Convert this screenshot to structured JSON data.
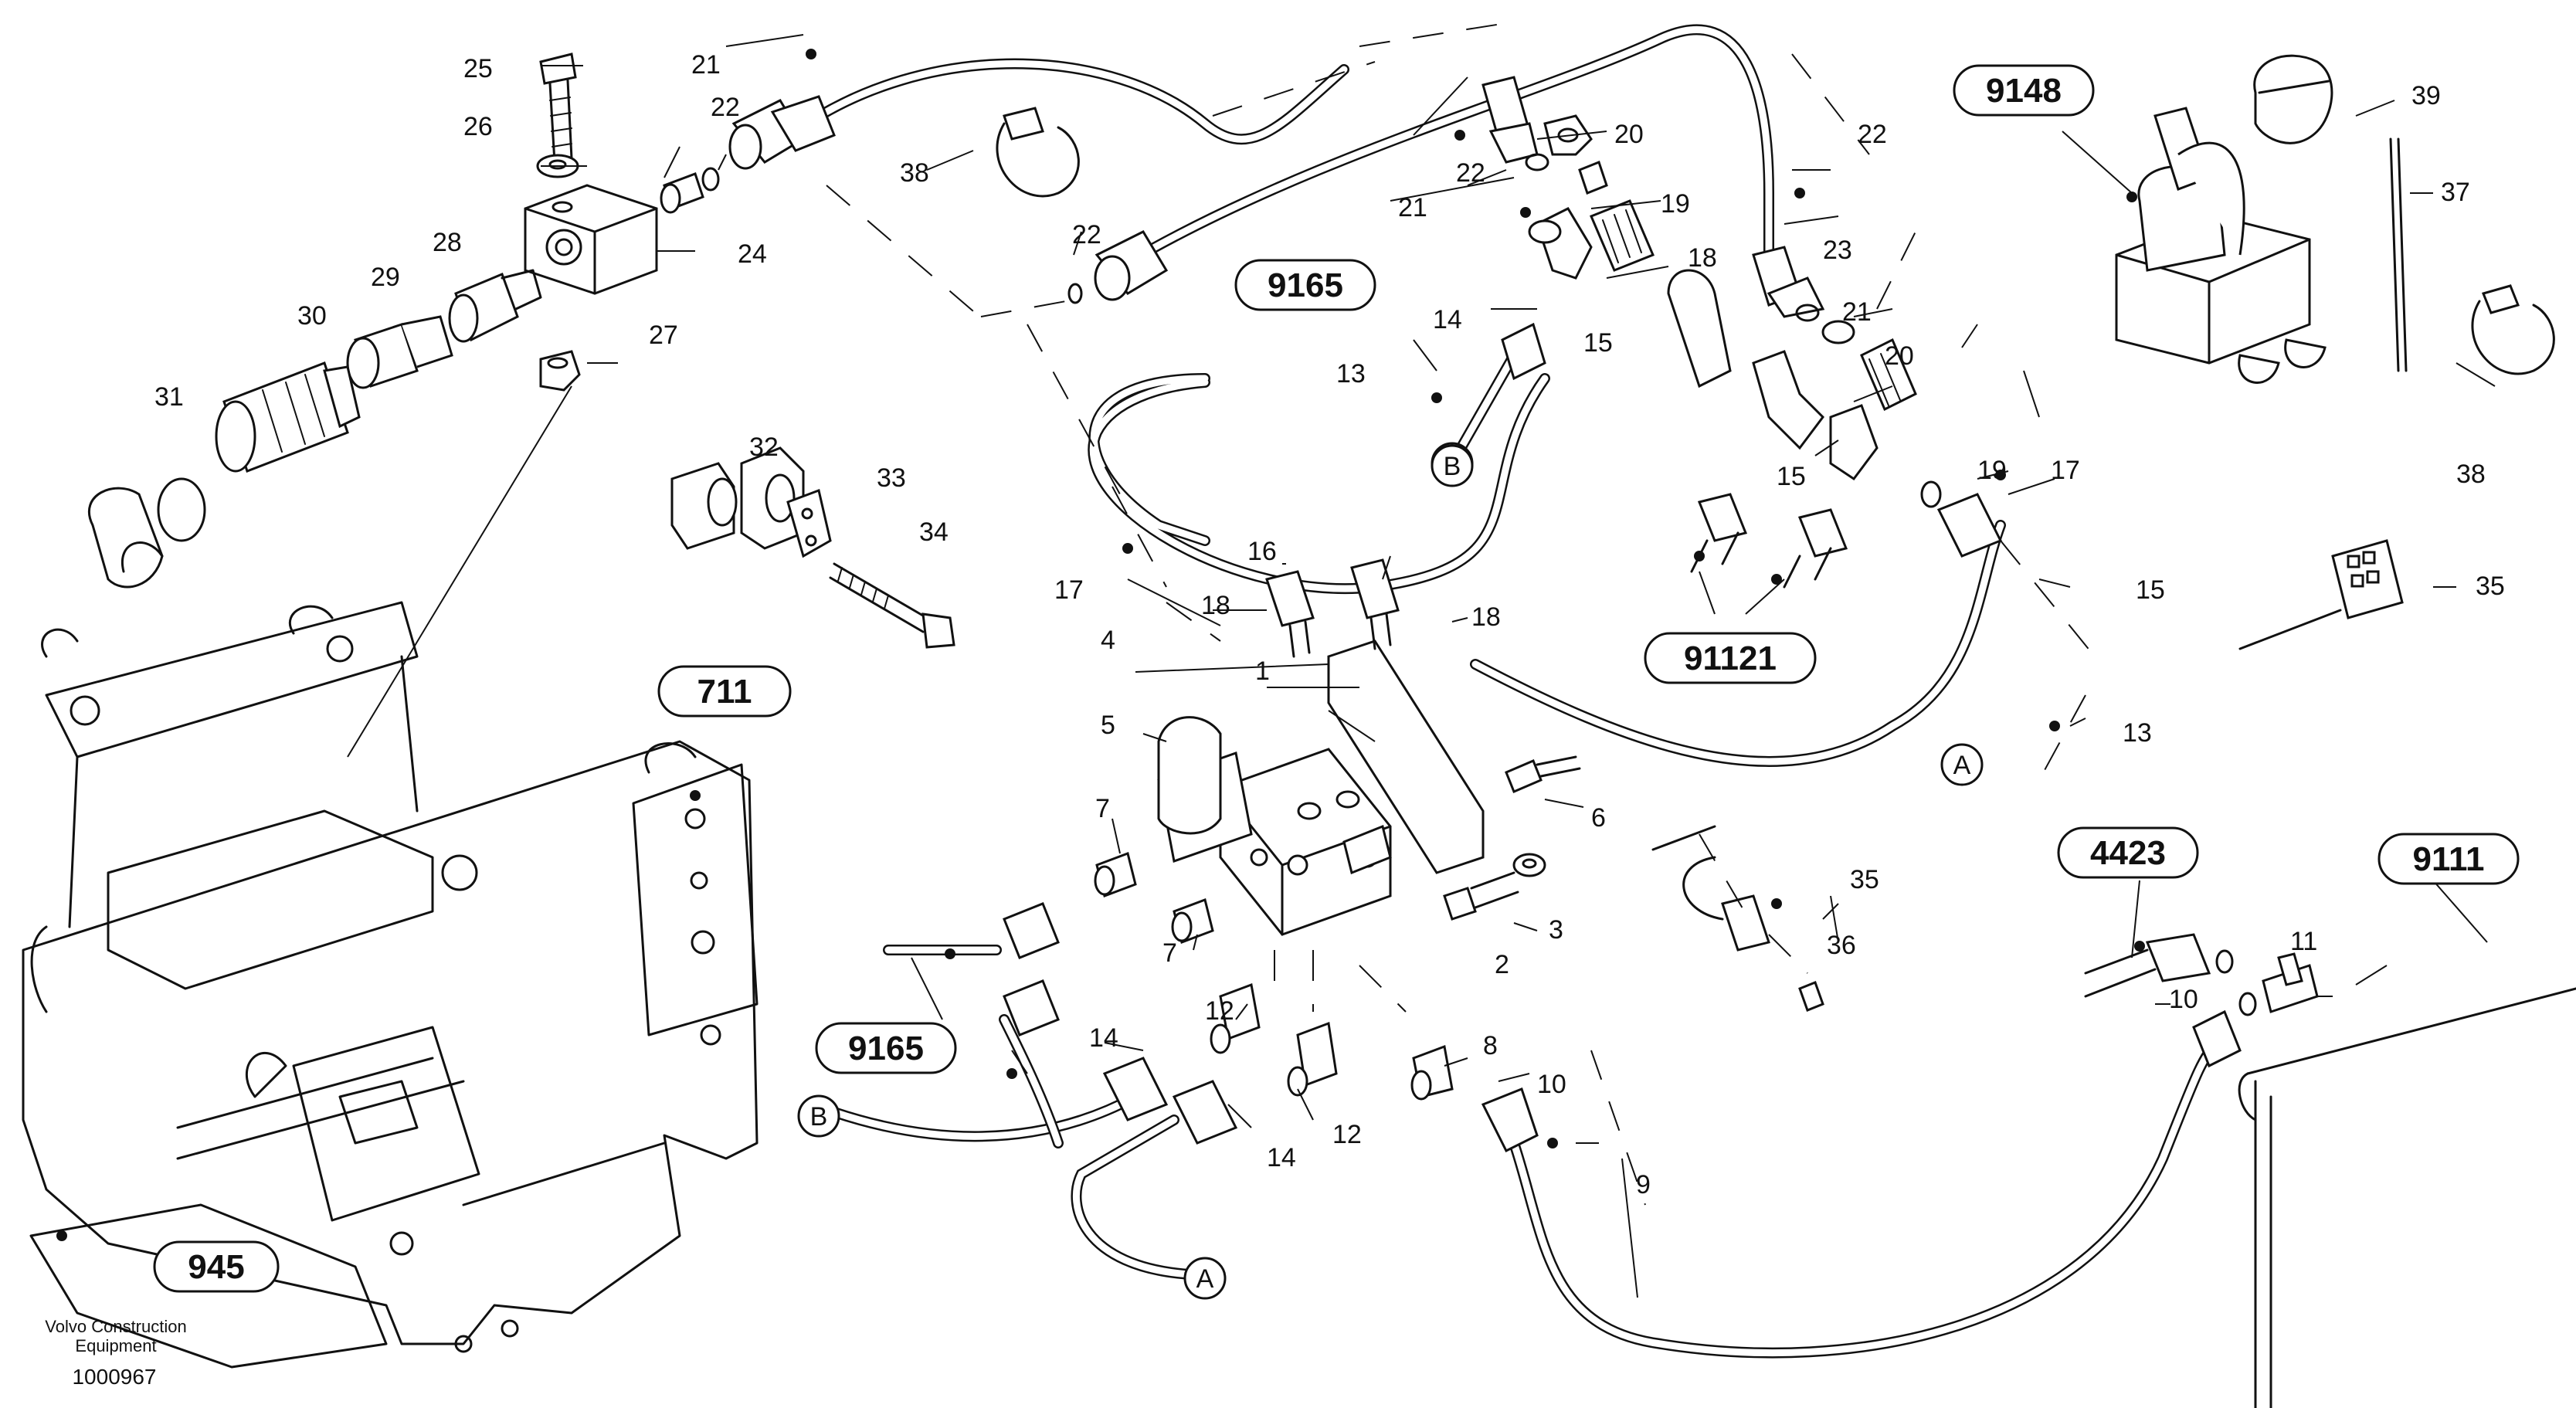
{
  "part_numbers": [
    "1",
    "2",
    "3",
    "4",
    "5",
    "6",
    "7",
    "7",
    "8",
    "9",
    "10",
    "10",
    "11",
    "12",
    "12",
    "13",
    "13",
    "14",
    "14",
    "14",
    "15",
    "15",
    "15",
    "16",
    "17",
    "17",
    "18",
    "18",
    "18",
    "19",
    "19",
    "20",
    "20",
    "21",
    "21",
    "21",
    "22",
    "22",
    "22",
    "22",
    "23",
    "24",
    "25",
    "26",
    "27",
    "28",
    "29",
    "30",
    "31",
    "32",
    "33",
    "34",
    "35",
    "35",
    "36",
    "37",
    "38",
    "38",
    "39"
  ],
  "references": [
    "9148",
    "9165",
    "9165",
    "711",
    "91121",
    "4423",
    "9111",
    "945"
  ],
  "connectors": [
    "A",
    "A",
    "B",
    "B"
  ],
  "footer": {
    "maker_line1": "Volvo Construction",
    "maker_line2": "Equipment",
    "drawing_number": "1000967"
  }
}
